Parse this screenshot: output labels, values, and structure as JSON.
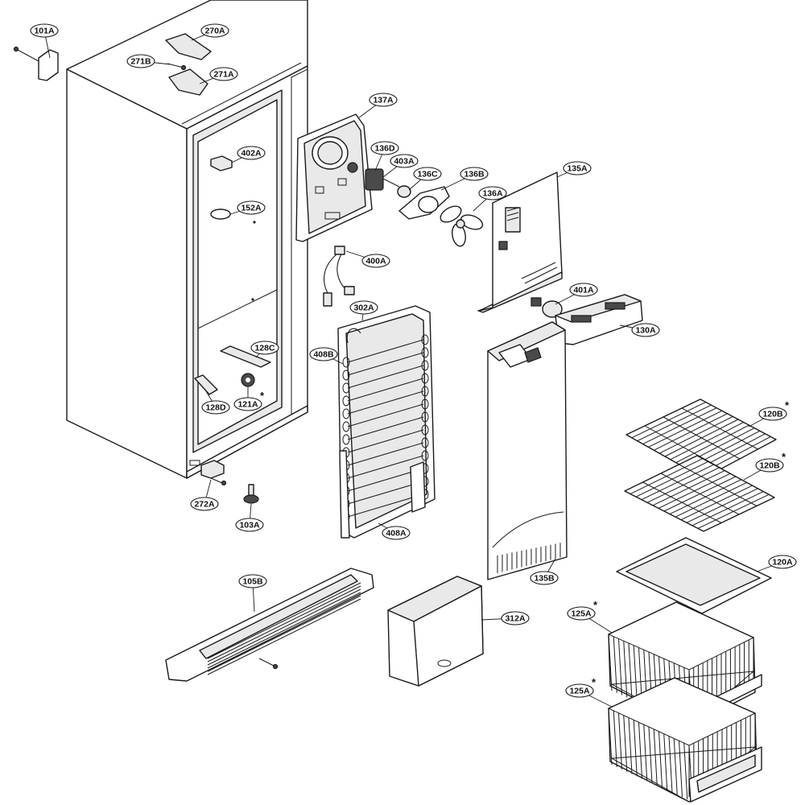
{
  "callouts": [
    {
      "id": "101A",
      "star": false
    },
    {
      "id": "270A",
      "star": false
    },
    {
      "id": "271B",
      "star": false
    },
    {
      "id": "271A",
      "star": false
    },
    {
      "id": "402A",
      "star": false
    },
    {
      "id": "152A",
      "star": false
    },
    {
      "id": "128C",
      "star": false
    },
    {
      "id": "121A",
      "star": true
    },
    {
      "id": "128D",
      "star": false
    },
    {
      "id": "272A",
      "star": false
    },
    {
      "id": "103A",
      "star": false
    },
    {
      "id": "137A",
      "star": false
    },
    {
      "id": "136D",
      "star": false
    },
    {
      "id": "403A",
      "star": false
    },
    {
      "id": "136C",
      "star": false
    },
    {
      "id": "136B",
      "star": false
    },
    {
      "id": "136A",
      "star": false
    },
    {
      "id": "135A",
      "star": false
    },
    {
      "id": "400A",
      "star": false
    },
    {
      "id": "401A",
      "star": false
    },
    {
      "id": "130A",
      "star": false
    },
    {
      "id": "302A",
      "star": false
    },
    {
      "id": "408B",
      "star": false
    },
    {
      "id": "408A",
      "star": false
    },
    {
      "id": "135B",
      "star": false
    },
    {
      "id": "120B",
      "star": true
    },
    {
      "id": "120B",
      "star": true
    },
    {
      "id": "120A",
      "star": false
    },
    {
      "id": "105B",
      "star": false
    },
    {
      "id": "312A",
      "star": false
    },
    {
      "id": "125A",
      "star": true
    },
    {
      "id": "125A",
      "star": true
    }
  ]
}
